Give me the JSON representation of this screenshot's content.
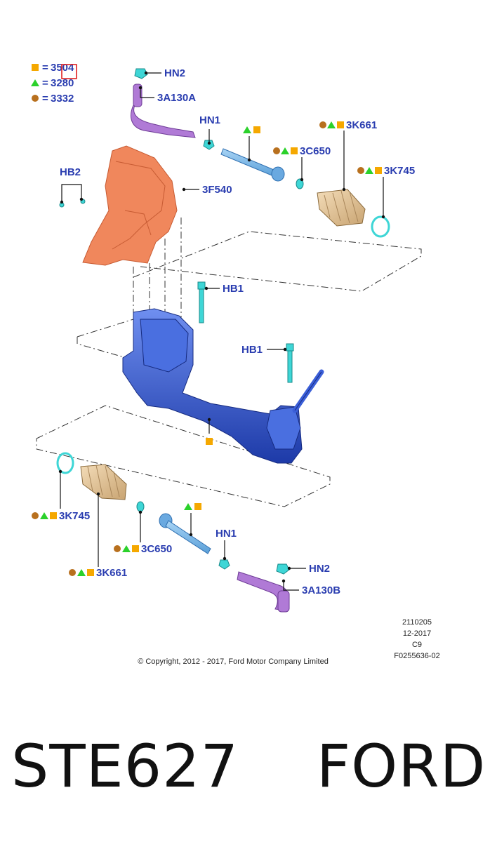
{
  "legend": {
    "items": [
      {
        "symbol": "square",
        "color": "#f5a800",
        "value": "3504"
      },
      {
        "symbol": "triangle",
        "color": "#2bd12b",
        "value": "3280"
      },
      {
        "symbol": "circle",
        "color": "#b8701e",
        "value": "3332"
      }
    ],
    "eq": "="
  },
  "labels": {
    "hn2_top": "HN2",
    "a3a130a": "3A130A",
    "hn1_top": "HN1",
    "k3k661_top": "3K661",
    "c3c650_top": "3C650",
    "k3k745_top": "3K745",
    "hb2": "HB2",
    "f3f540": "3F540",
    "hb1_a": "HB1",
    "hb1_b": "HB1",
    "k3k745_bot": "3K745",
    "c3c650_bot": "3C650",
    "k3k661_bot": "3K661",
    "hn1_bot": "HN1",
    "hn2_bot": "HN2",
    "a3a130b": "3A130B"
  },
  "meta": {
    "line1": "2110205",
    "line2": "12-2017",
    "line3": "C9",
    "line4": "F0255636-02",
    "copyright": "© Copyright, 2012 - 2017, Ford Motor Company Limited"
  },
  "footer": {
    "part_number": "STE627",
    "brand": "FORD"
  },
  "colors": {
    "label_blue": "#2a3db0",
    "rack_blue": "#3b5fd8",
    "heat_shield": "#f0875c",
    "tie_rod_end": "#b07ad6",
    "boot": "#e8c89a",
    "fastener_cyan": "#3ed6d6",
    "highlight_box": "#e02020"
  }
}
